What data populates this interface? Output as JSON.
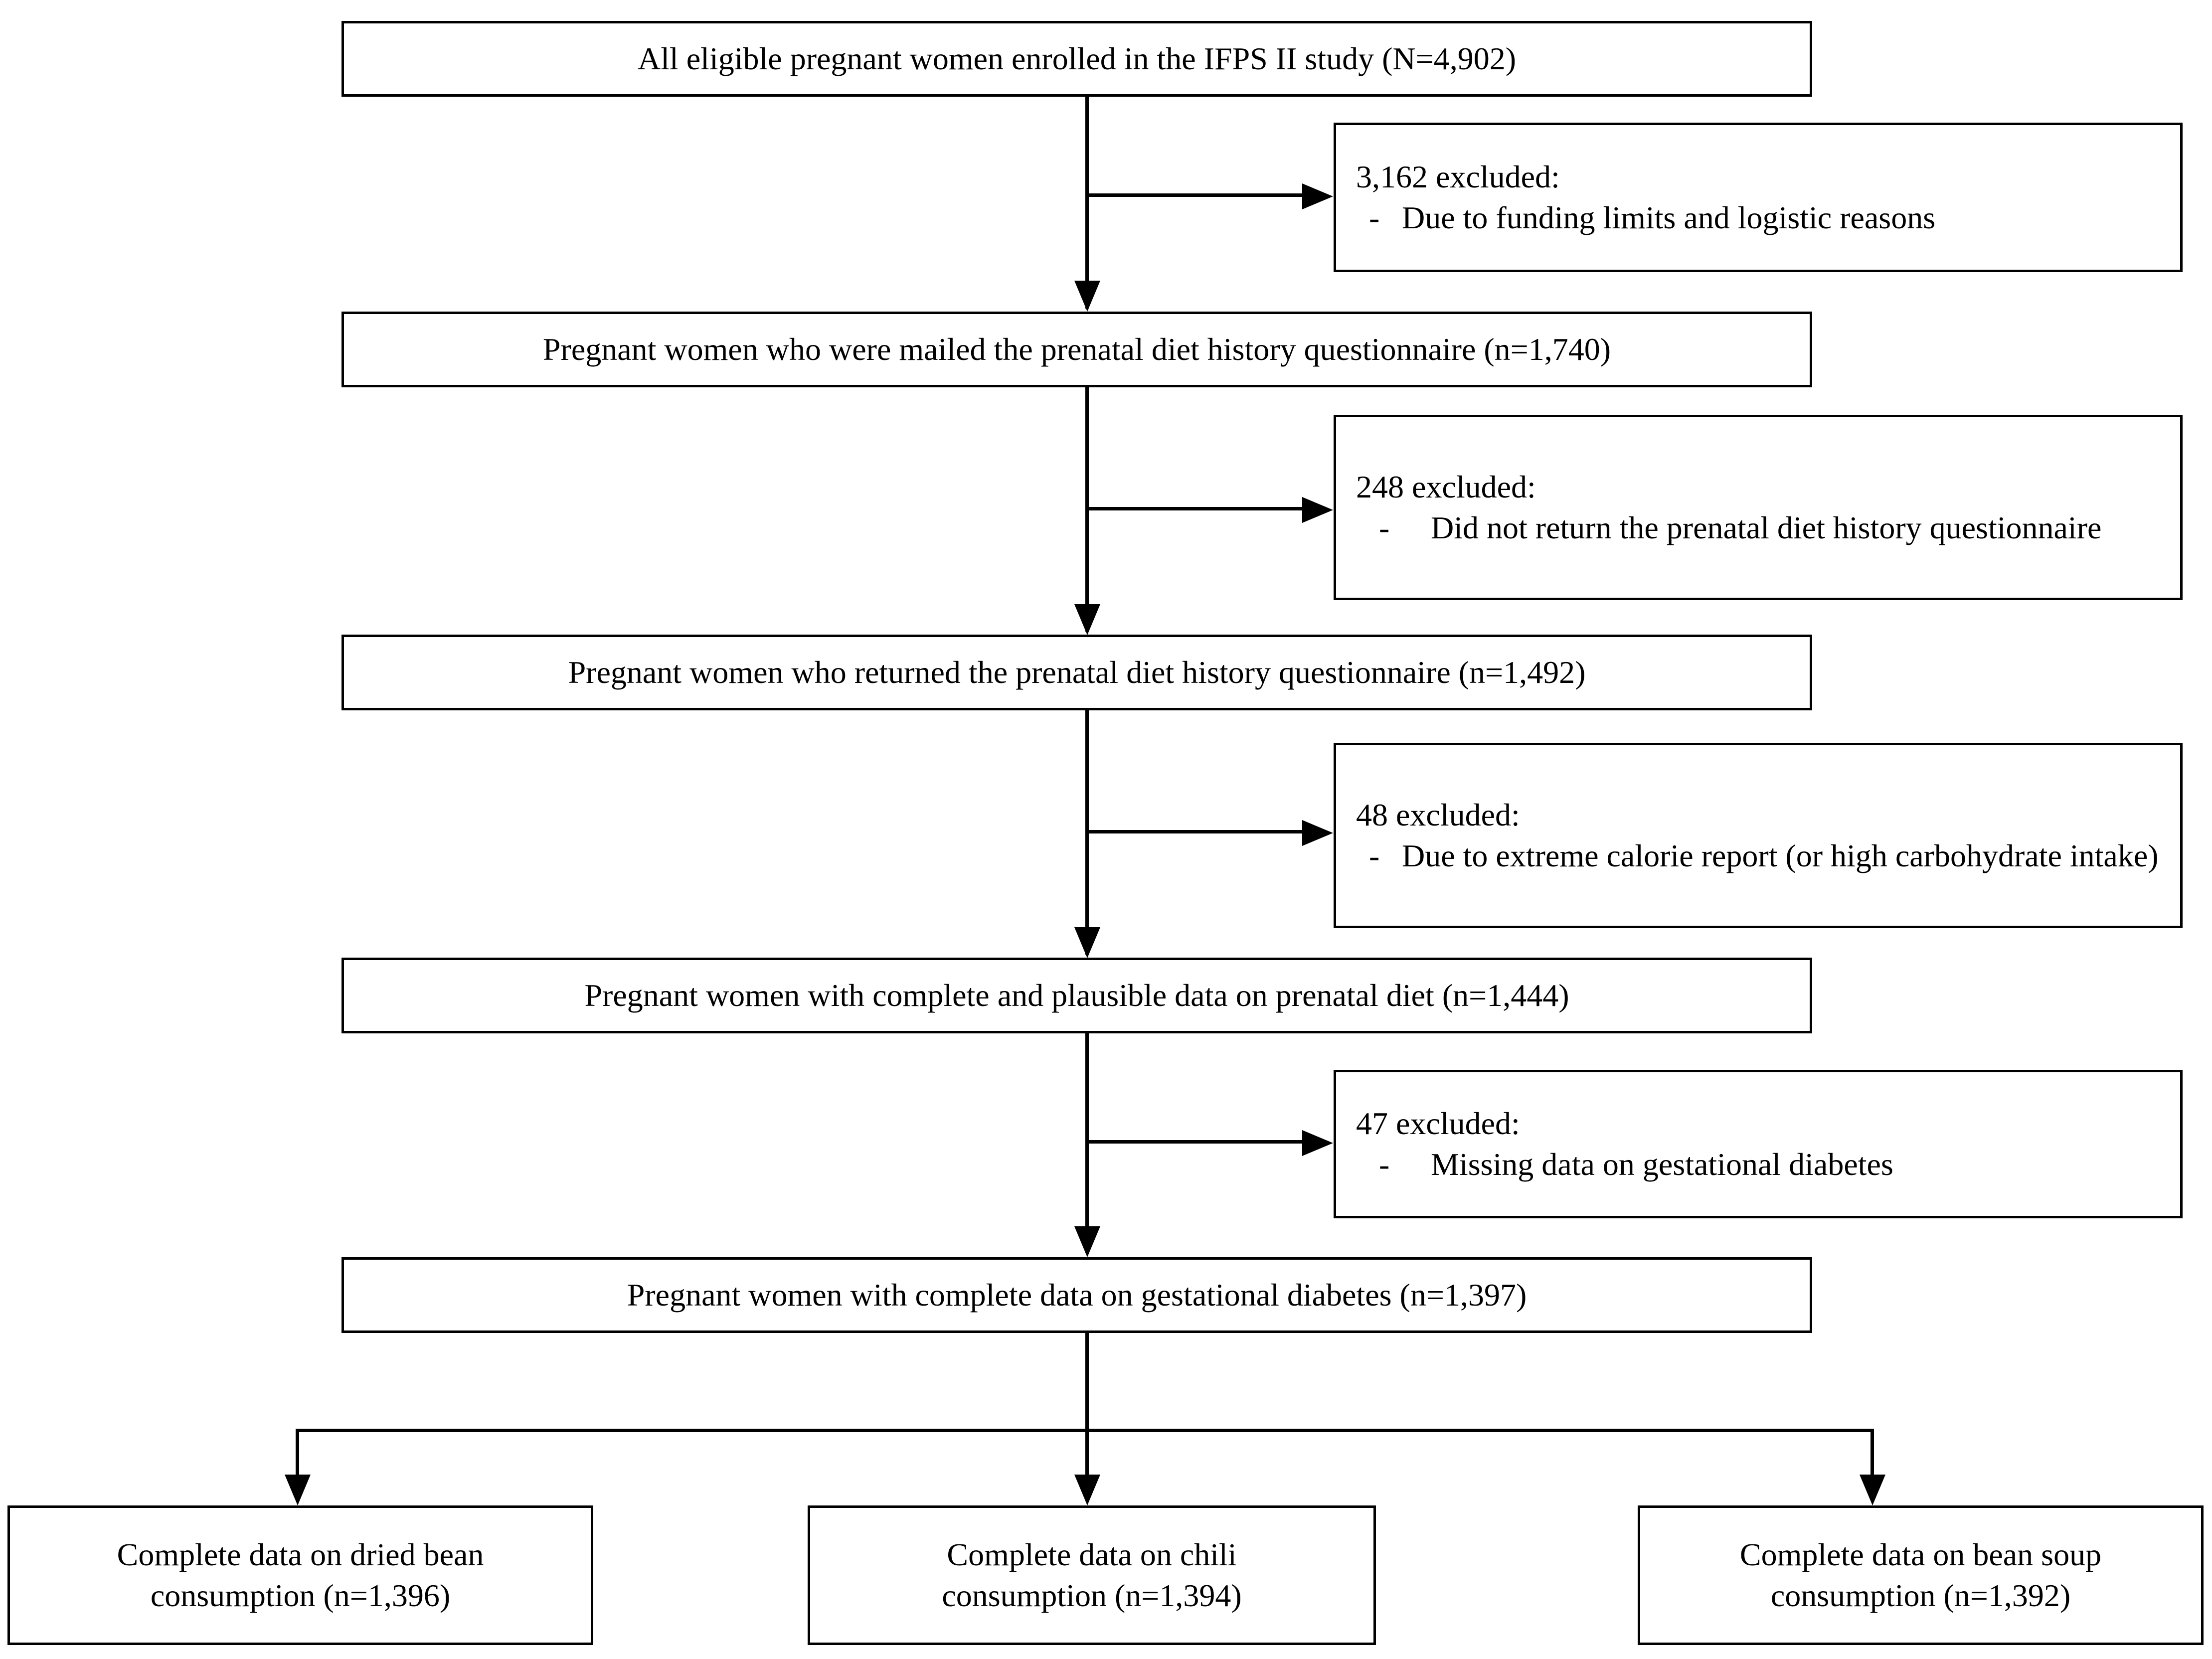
{
  "figure": {
    "type": "flowchart",
    "title": "Study participant flow diagram (IFPS II)",
    "orientation": "top-to-bottom"
  },
  "main_nodes": [
    {
      "id": "enrolled",
      "text": "All eligible pregnant women enrolled in the IFPS II study (N=4,902)"
    },
    {
      "id": "mailed",
      "text": "Pregnant women who were mailed the prenatal diet history questionnaire (n=1,740)"
    },
    {
      "id": "returned",
      "text": "Pregnant women who returned the prenatal diet history questionnaire (n=1,492)"
    },
    {
      "id": "plausible-diet",
      "text": "Pregnant women with complete and plausible data on prenatal diet (n=1,444)"
    },
    {
      "id": "gdm-complete",
      "text": "Pregnant women with complete data on gestational diabetes (n=1,397)"
    }
  ],
  "excluded_nodes": [
    {
      "id": "excluded-3162",
      "heading": "3,162 excluded:",
      "items": [
        {
          "bullet": "-",
          "text": "Due to funding limits and logistic reasons"
        }
      ]
    },
    {
      "id": "excluded-248",
      "heading": "248 excluded:",
      "items": [
        {
          "bullet": "-",
          "text": "Did not return the prenatal diet history questionnaire"
        }
      ]
    },
    {
      "id": "excluded-48",
      "heading": "48 excluded:",
      "items": [
        {
          "bullet": "-",
          "text": "Due to extreme calorie report (or high carbohydrate intake)"
        }
      ]
    },
    {
      "id": "excluded-47",
      "heading": "47 excluded:",
      "items": [
        {
          "bullet": "-",
          "text": "Missing data on gestational diabetes"
        }
      ]
    }
  ],
  "outcome_nodes": [
    {
      "id": "dried-bean",
      "line1": "Complete data on dried bean",
      "line2": "consumption (n=1,396)"
    },
    {
      "id": "chili",
      "line1": "Complete data on chili",
      "line2": "consumption (n=1,394)"
    },
    {
      "id": "bean-soup",
      "line1": "Complete data on bean soup",
      "line2": "consumption (n=1,392)"
    }
  ],
  "style": {
    "border_color": "#000000",
    "background_color": "#ffffff",
    "text_color": "#000000"
  }
}
